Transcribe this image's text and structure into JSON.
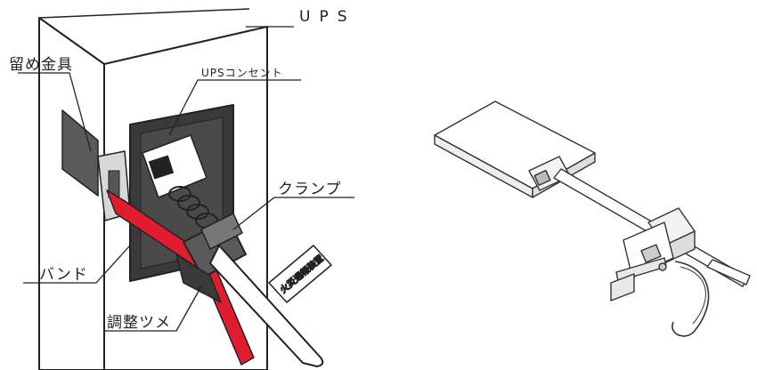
{
  "labels": {
    "ups": "UPS",
    "fastener": "留め金具",
    "ups_outlet": "UPSコンセント",
    "clamp": "クランプ",
    "band": "バンド",
    "adjust_tab": "調整ツメ",
    "plug_tag": "火災通報装置"
  },
  "colors": {
    "line": "#222222",
    "band_red": "#e01d2e",
    "panel_dark": "#3a3a3a",
    "panel_mid": "#5a5a5a",
    "paper": "#ffffff"
  }
}
